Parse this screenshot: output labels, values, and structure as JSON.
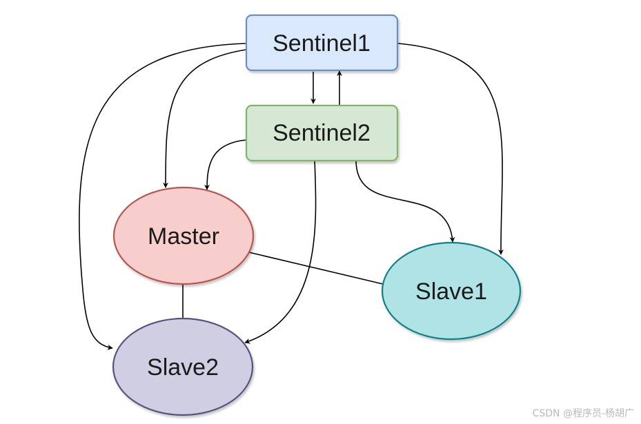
{
  "diagram": {
    "nodes": {
      "sentinel1": "Sentinel1",
      "sentinel2": "Sentinel2",
      "master": "Master",
      "slave1": "Slave1",
      "slave2": "Slave2"
    },
    "colors": {
      "sentinel1_fill": "#dae8fc",
      "sentinel1_stroke": "#6c8ebf",
      "sentinel2_fill": "#d5e8d4",
      "sentinel2_stroke": "#82b366",
      "master_fill": "#f8cecc",
      "master_stroke": "#b85450",
      "slave1_fill": "#b0e3e6",
      "slave1_stroke": "#0e8088",
      "slave2_fill": "#d0cee2",
      "slave2_stroke": "#56517e",
      "edge": "#000000"
    }
  },
  "watermark": "CSDN @程序员-杨胡广"
}
